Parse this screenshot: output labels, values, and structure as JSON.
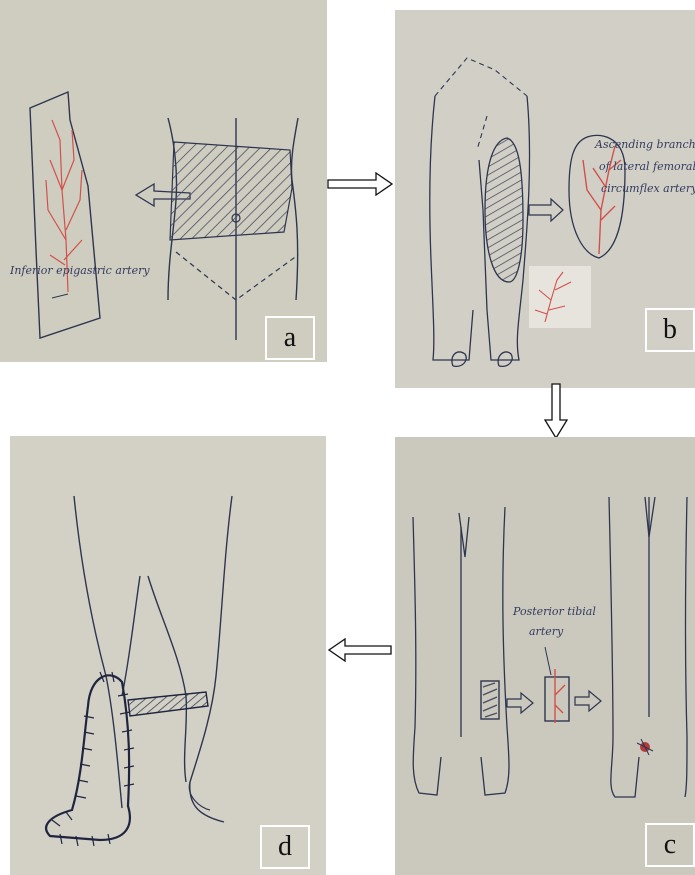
{
  "panels": {
    "a": {
      "letter": "a",
      "annotation": "Inferior epigastric artery",
      "paper": "#cfcdc0"
    },
    "b": {
      "letter": "b",
      "annotation_lines": [
        "Ascending branch",
        "of lateral femoral",
        "circumflex artery"
      ],
      "paper": "#d2d0c6"
    },
    "c": {
      "letter": "c",
      "annotation_lines": [
        "Posterior tibial",
        "artery"
      ],
      "paper": "#cbc9bd"
    },
    "d": {
      "letter": "d",
      "paper": "#d3d1c5"
    }
  },
  "colors": {
    "ink": "#2e3550",
    "vessel": "#d3504a",
    "hatch": "#4a4f63"
  }
}
